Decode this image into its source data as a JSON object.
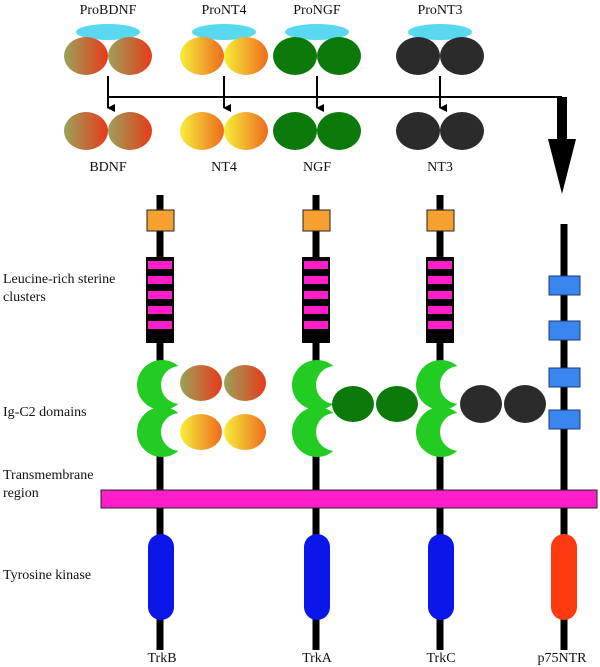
{
  "neurotrophins": {
    "pro": [
      "ProBDNF",
      "ProNT4",
      "ProNGF",
      "ProNT3"
    ],
    "mature": [
      "BDNF",
      "NT4",
      "NGF",
      "NT3"
    ]
  },
  "regions": {
    "leucine": "Leucine-rich sterine clusters",
    "igc2": "Ig-C2 domains",
    "transmembrane": "Transmembrane region",
    "kinase": "Tyrosine kinase"
  },
  "receptors": [
    "TrkB",
    "TrkA",
    "TrkC",
    "p75NTR"
  ],
  "colors": {
    "bdnf_left": "#9aa25a",
    "bdnf_right": "#e83a1a",
    "nt4_left": "#f5f03a",
    "nt4_right": "#ef6a1e",
    "ngf": "#0b7a0b",
    "nt3": "#2b2b2b",
    "pro_cap": "#5ad8f0",
    "cysteine": "#f5a030",
    "leucine": "#ff1ec8",
    "igc2": "#22cc22",
    "membrane": "#ff1ec8",
    "kinase": "#0b16e8",
    "p75_kinase": "#ff3a10",
    "p75_domain": "#3a86f0"
  }
}
